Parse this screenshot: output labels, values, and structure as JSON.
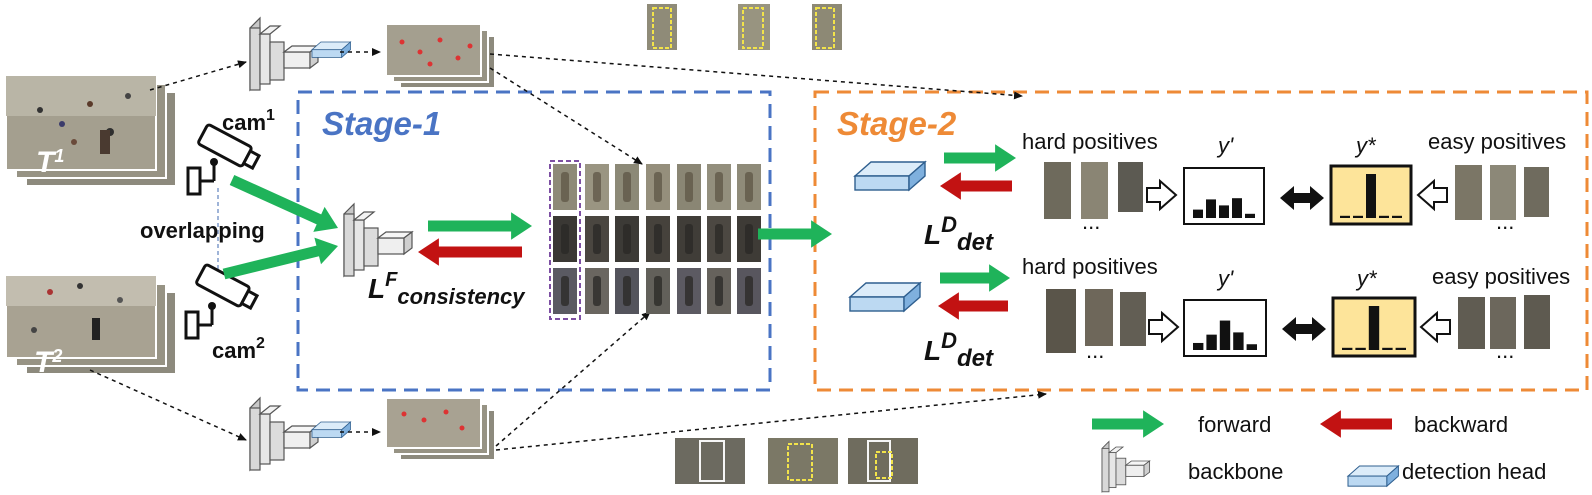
{
  "colors": {
    "forward": "#1fb35a",
    "backward": "#c21212",
    "stage1": "#4a74c4",
    "stage2": "#ee8a36",
    "detection_head": "#bcd9f2",
    "backbone": "#d8d8d8",
    "target": "#fde49a",
    "crop_outline": "#7d4fa3"
  },
  "scene": {
    "t1": {
      "label": "T",
      "sup": "1"
    },
    "t2": {
      "label": "T",
      "sup": "2"
    },
    "cam1": {
      "label": "cam",
      "sup": "1"
    },
    "cam2": {
      "label": "cam",
      "sup": "2"
    },
    "overlapping": "overlapping"
  },
  "stage1": {
    "title": "Stage-1",
    "loss": {
      "main": "L",
      "sup": "F",
      "sub": "consistency"
    }
  },
  "stage2": {
    "title": "Stage-2",
    "top": {
      "hard_positives": "hard positives",
      "easy_positives": "easy positives",
      "y_pred": "y'",
      "y_target": "y*",
      "ellipsis_left": "...",
      "ellipsis_right": "...",
      "loss": {
        "main": "L",
        "sup": "D",
        "sub": "det"
      },
      "pred_bars": [
        0.28,
        0.62,
        0.42,
        0.66,
        0.14
      ],
      "target_bars": [
        0.05,
        0.05,
        1.0,
        0.05,
        0.05
      ]
    },
    "bottom": {
      "hard_positives": "hard positives",
      "easy_positives": "easy positives",
      "y_pred": "y'",
      "y_target": "y*",
      "ellipsis_left": "...",
      "ellipsis_right": "...",
      "loss": {
        "main": "L",
        "sup": "D",
        "sub": "det"
      },
      "pred_bars": [
        0.22,
        0.48,
        0.92,
        0.55,
        0.18
      ],
      "target_bars": [
        0.05,
        0.05,
        1.0,
        0.05,
        0.05
      ]
    }
  },
  "legend": {
    "forward": "forward",
    "backward": "backward",
    "backbone": "backbone",
    "detection_head": "detection head"
  }
}
